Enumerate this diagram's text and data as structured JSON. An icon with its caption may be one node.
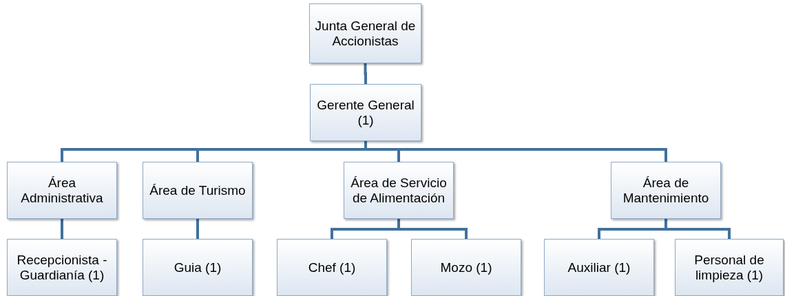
{
  "diagram": {
    "nodes": [
      {
        "text": [
          "Junta General de Accionistas"
        ]
      },
      {
        "text": [
          "Gerente General (1)"
        ]
      },
      {
        "text": [
          "Área Administrativa"
        ]
      },
      {
        "text": [
          "Área de Turismo"
        ]
      },
      {
        "text": [
          "Área de Servicio de Alimentación"
        ]
      },
      {
        "text": [
          "Área de Mantenimiento"
        ]
      },
      {
        "text": [
          "Recepcionista - Guardianía (1)"
        ]
      },
      {
        "text": [
          "Guia (1)"
        ]
      },
      {
        "text": [
          "Chef (1)"
        ]
      },
      {
        "text": [
          "Mozo (1)"
        ]
      },
      {
        "text": [
          "Auxiliar (1)"
        ]
      },
      {
        "text": [
          "Personal de limpieza (1)"
        ]
      }
    ],
    "edges": [
      {
        "from": 0,
        "to": 1,
        "arrow": "none"
      },
      {
        "from": 1,
        "to": 2,
        "arrow": "none"
      },
      {
        "from": 1,
        "to": 3,
        "arrow": "none"
      },
      {
        "from": 1,
        "to": 4,
        "arrow": "none"
      },
      {
        "from": 1,
        "to": 5,
        "arrow": "none"
      },
      {
        "from": 2,
        "to": 6,
        "arrow": "none"
      },
      {
        "from": 3,
        "to": 7,
        "arrow": "none"
      },
      {
        "from": 4,
        "to": 8,
        "arrow": "none"
      },
      {
        "from": 4,
        "to": 9,
        "arrow": "none"
      },
      {
        "from": 5,
        "to": 10,
        "arrow": "none"
      },
      {
        "from": 5,
        "to": 11,
        "arrow": "none"
      }
    ]
  }
}
